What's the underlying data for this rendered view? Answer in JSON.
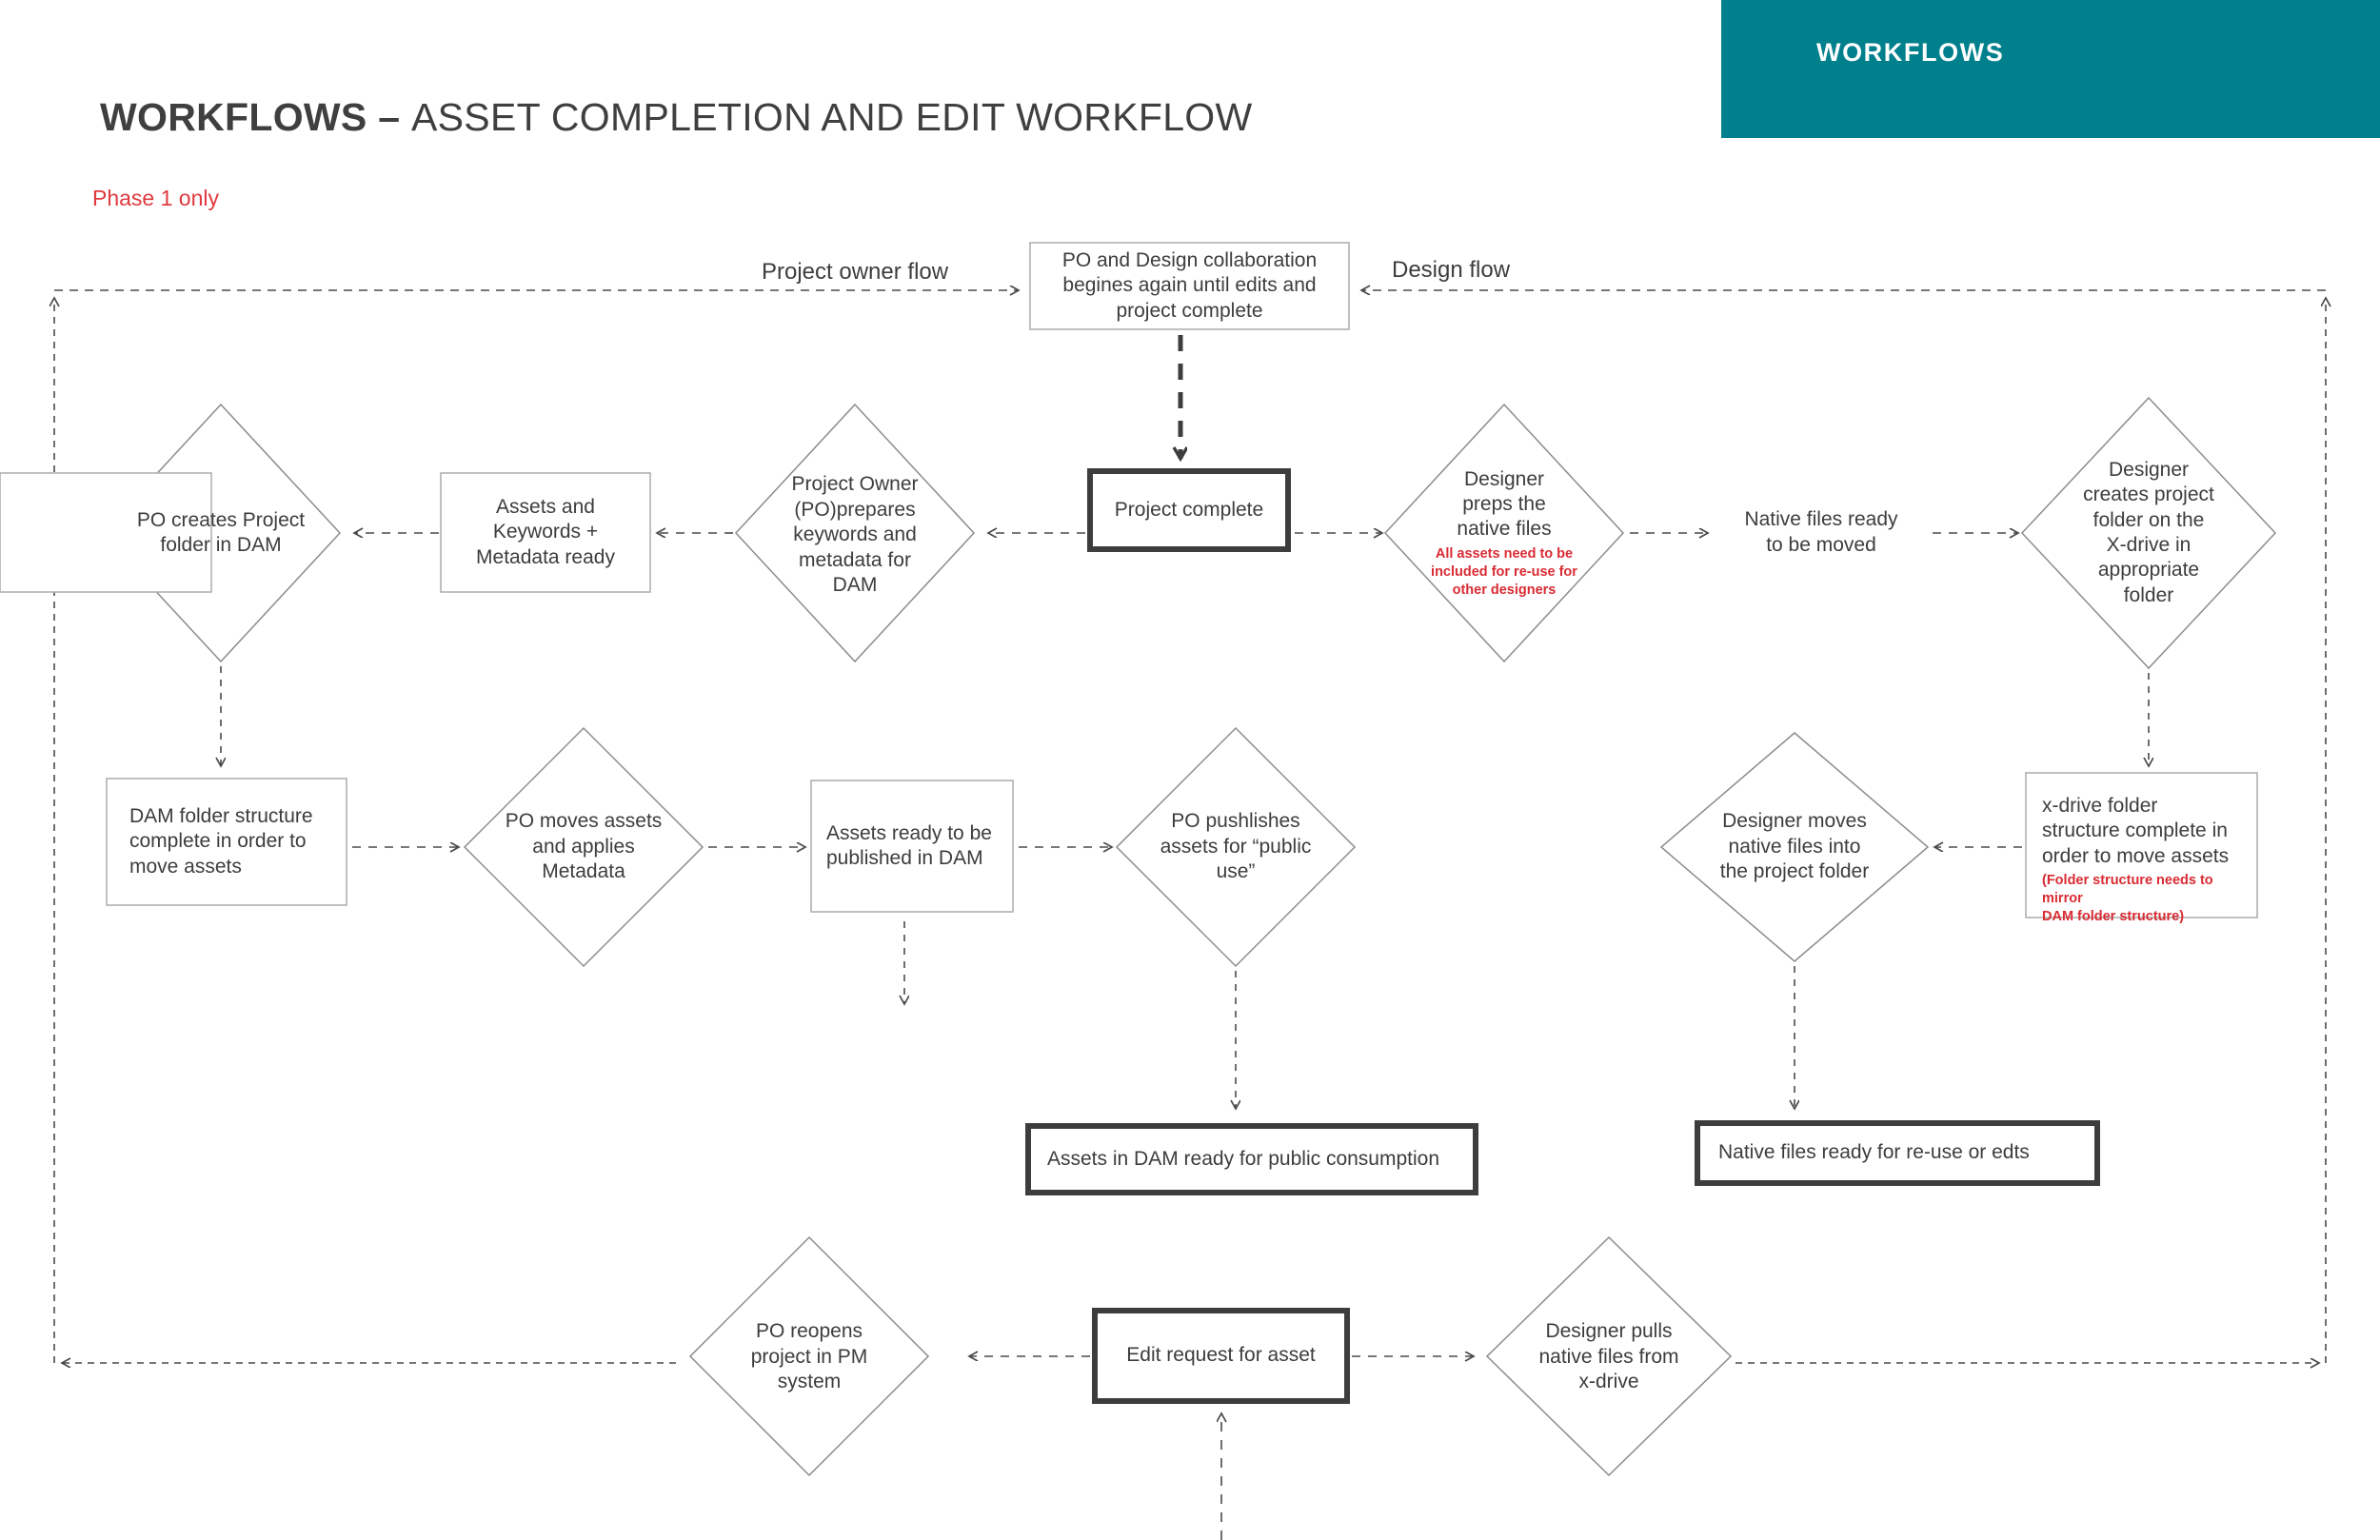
{
  "banner": {
    "label": "WORKFLOWS",
    "color": "#00808C"
  },
  "header": {
    "title_strong": "WORKFLOWS – ",
    "title_rest": "ASSET COMPLETION AND EDIT WORKFLOW",
    "subtitle": "Phase 1 only",
    "subtitle_color": "#E0393E"
  },
  "flow_labels": {
    "project_owner": "Project owner flow",
    "design": "Design flow"
  },
  "nodes": {
    "po_and_design_collab": "PO and Design collaboration\nbegines again until edits and\nproject complete",
    "project_complete": "Project complete",
    "po_creates_project_folder": "PO creates Project\nfolder in DAM",
    "assets_keywords_metadata": "Assets and\nKeywords +\nMetadata ready",
    "po_prepares_keywords": "Project Owner\n(PO)prepares\nkeywords and\nmetadata for\nDAM",
    "designer_preps_native": "Designer\npreps the\nnative files",
    "designer_preps_native_note": "All assets need to be\nincluded for re-use for\nother designers",
    "native_files_ready_moved": "Native files ready\nto be moved",
    "designer_creates_xdrive_folder": "Designer\ncreates project\nfolder on the\nX-drive in\nappropriate\nfolder",
    "dam_folder_structure": "DAM folder structure\ncomplete in order to\nmove assets",
    "po_moves_assets": "PO moves assets\nand applies\nMetadata",
    "assets_ready_published": "Assets ready to be\npublished in DAM",
    "po_publishes_assets": "PO pushlishes\nassets for “public\nuse”",
    "designer_moves_native": "Designer moves\nnative files into\nthe project folder",
    "xdrive_folder_structure": "x-drive folder\nstructure complete in\norder to move assets",
    "xdrive_folder_structure_note": "(Folder structure needs to mirror\nDAM folder structure)",
    "assets_in_dam_ready": "Assets in DAM ready for public consumption",
    "native_files_ready_reuse": "Native files ready for re-use or edts",
    "po_reopens_project": "PO reopens\nproject in PM\nsystem",
    "edit_request_for_asset": "Edit request for asset",
    "designer_pulls_native": "Designer pulls\nnative files from\nx-drive"
  },
  "colors": {
    "accent_teal": "#00808C",
    "note_red": "#D92B33",
    "shape_stroke": "#8c8c8c",
    "emphasis_stroke": "#3d3d3d",
    "connector": "#4a4a4a",
    "text": "#3d3d3d"
  }
}
